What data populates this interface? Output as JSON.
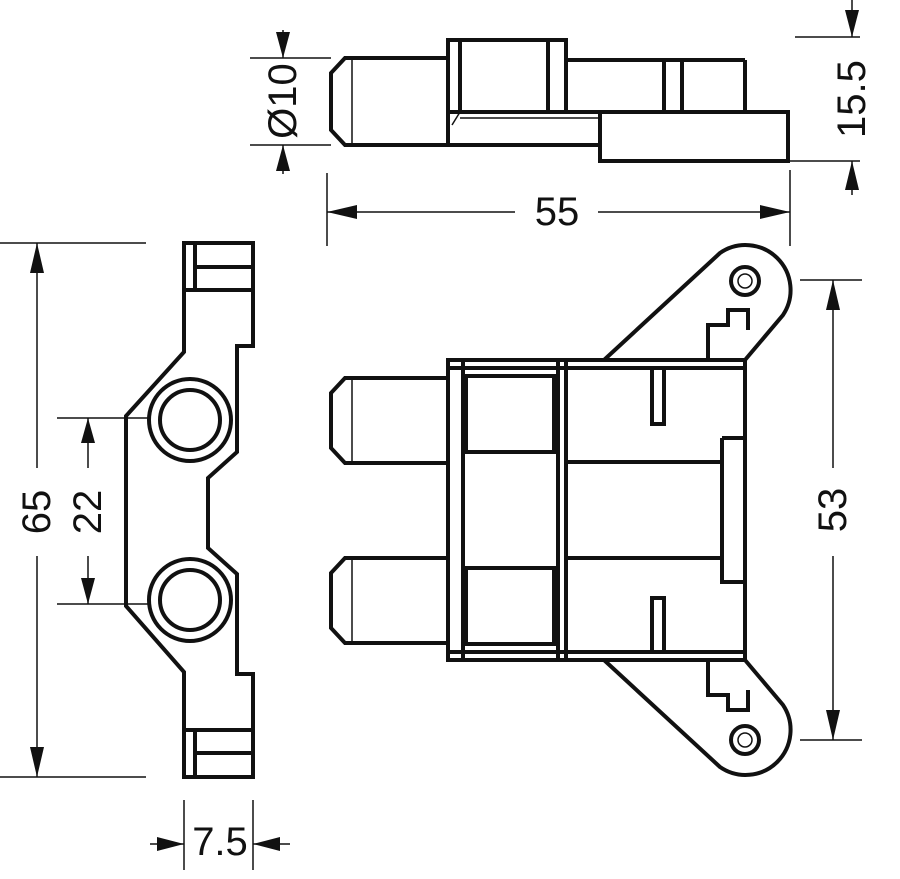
{
  "dimensions": {
    "diameter_10": "Ø10",
    "height_15_5": "15.5",
    "length_55": "55",
    "height_65": "65",
    "spacing_22": "22",
    "depth_7_5": "7.5",
    "mount_53": "53"
  },
  "colors": {
    "line": "#111111",
    "background": "#ffffff"
  }
}
